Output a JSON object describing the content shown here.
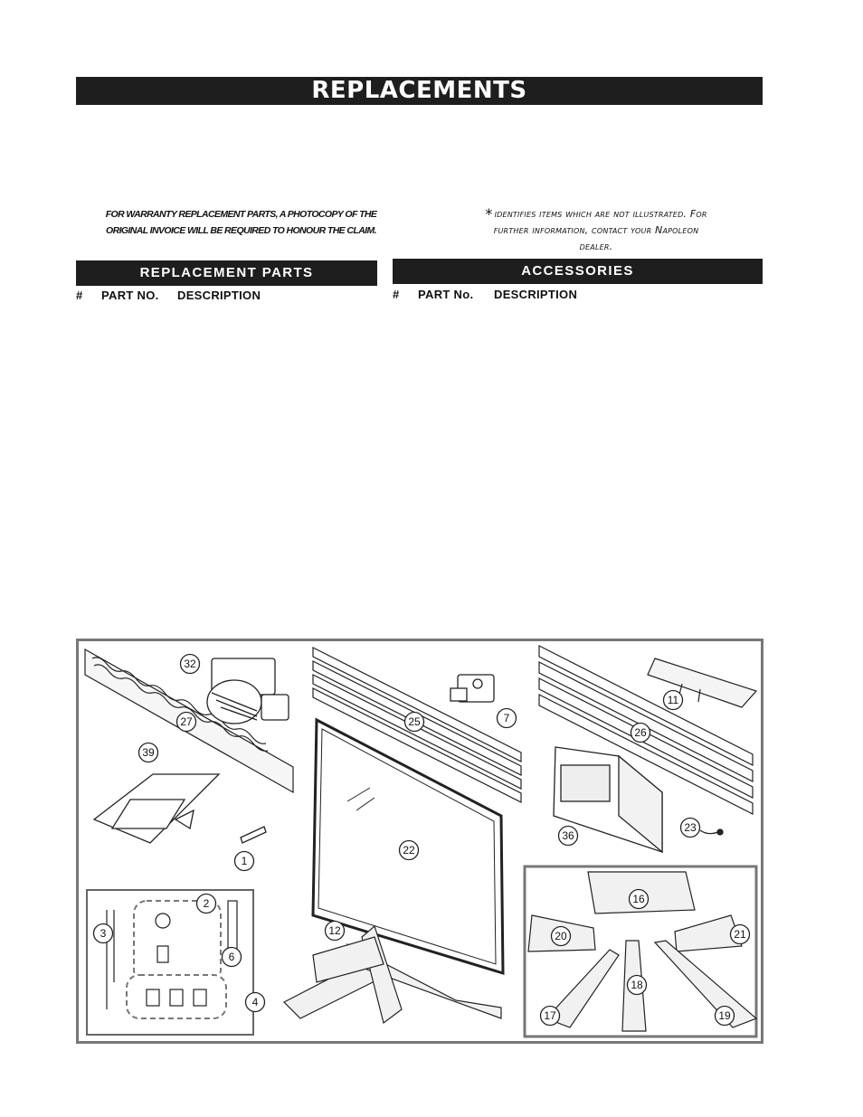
{
  "page": {
    "title": "REPLACEMENTS",
    "warranty_note_line1": "FOR WARRANTY REPLACEMENT PARTS, A PHOTOCOPY OF THE",
    "warranty_note_line2": "ORIGINAL INVOICE WILL BE REQUIRED TO HONOUR THE CLAIM.",
    "asterisk": "*",
    "asterisk_note_line1": "identifies items which are not illustrated. For",
    "asterisk_note_line2": "further information, contact your Napoleon",
    "asterisk_note_line3": "dealer."
  },
  "replacement_parts": {
    "heading": "REPLACEMENT  PARTS",
    "columns": [
      "#",
      "PART NO.",
      "DESCRIPTION"
    ]
  },
  "accessories": {
    "heading": "ACCESSORIES",
    "columns": [
      "#",
      "PART No.",
      "DESCRIPTION"
    ]
  },
  "diagram": {
    "callouts": [
      "32",
      "27",
      "39",
      "1",
      "25",
      "7",
      "22",
      "26",
      "11",
      "36",
      "23",
      "2",
      "3",
      "6",
      "4",
      "12",
      "16",
      "20",
      "21",
      "18",
      "17",
      "19"
    ]
  }
}
